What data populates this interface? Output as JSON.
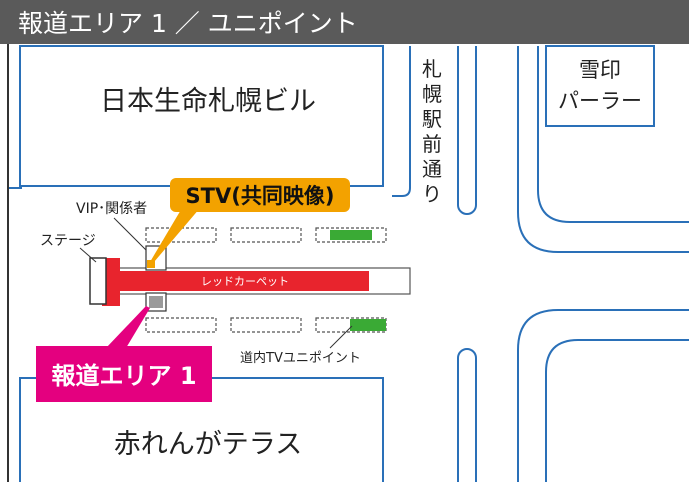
{
  "header": {
    "title": "報道エリア 1 ／ ユニポイント"
  },
  "buildings": {
    "nihon_seimei": "日本生命札幌ビル",
    "yukijirushi_line1": "雪印",
    "yukijirushi_line2": "パーラー",
    "akarenga": "赤れんがテラス"
  },
  "street": {
    "chars": [
      "札",
      "幌",
      "駅",
      "前",
      "通",
      "り"
    ]
  },
  "labels": {
    "vip": "VIP･関係者",
    "stage": "ステージ",
    "red_carpet": "レッドカーペット",
    "stv": "STV(共同映像)",
    "uni_point": "道内TVユニポイント",
    "press_area": "報道エリア 1"
  },
  "colors": {
    "header_bg": "#5a5a5a",
    "header_text": "#ffffff",
    "road_outline": "#2a70b8",
    "red_carpet": "#e8242d",
    "stv_callout": "#f3a200",
    "press_callout": "#e4007f",
    "uni_point_marker": "#3aaa35",
    "press_marker": "#9a9a9a",
    "building_outline": "#2a70b8"
  },
  "icons": [
    "stage-icon",
    "camera-marker-icon",
    "press-marker-icon",
    "uni-point-marker-icon"
  ]
}
